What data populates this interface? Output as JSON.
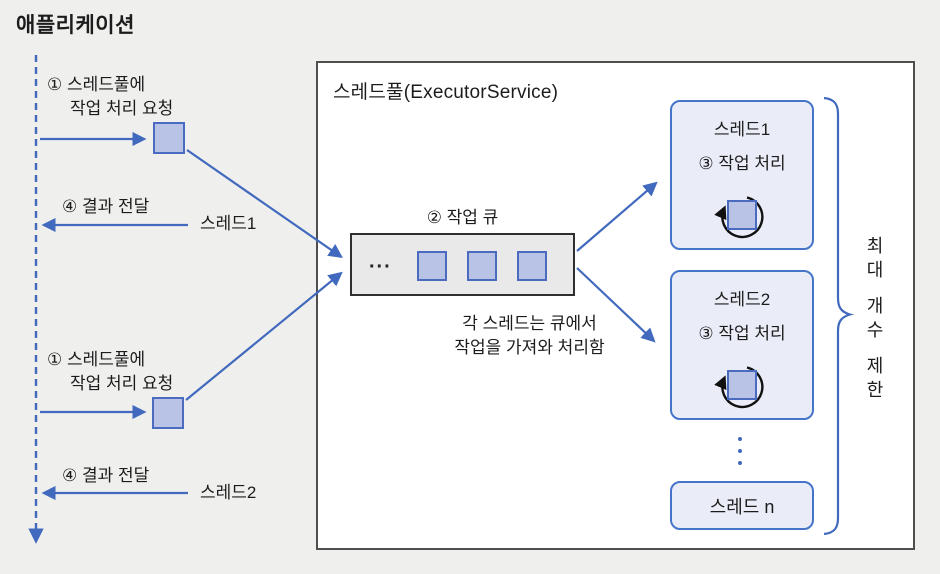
{
  "app_title": "애플리케이션",
  "left_flow": {
    "request1": {
      "line1": "① 스레드풀에",
      "line2": "작업 처리 요청"
    },
    "result1": {
      "label": "④ 결과 전달",
      "thread": "스레드1"
    },
    "request2": {
      "line1": "① 스레드풀에",
      "line2": "작업 처리 요청"
    },
    "result2": {
      "label": "④ 결과 전달",
      "thread": "스레드2"
    }
  },
  "pool": {
    "title": "스레드풀(ExecutorService)",
    "queue": {
      "label": "② 작업 큐",
      "ellipsis": "..."
    },
    "caption_line1": "각 스레드는 큐에서",
    "caption_line2": "작업을 가져와 처리함",
    "threads": [
      {
        "name": "스레드1",
        "step": "③ 작업 처리"
      },
      {
        "name": "스레드2",
        "step": "③ 작업 처리"
      }
    ],
    "thread_n": "스레드 n",
    "limit_words": [
      "최대",
      "개수",
      "제한"
    ]
  },
  "colors": {
    "background": "#efefee",
    "accent_blue": "#4169bd",
    "square_fill": "#b8c3e6",
    "square_border": "#4a6bbf",
    "thread_box_fill": "#eaedf8",
    "thread_box_border": "#4574c9",
    "queue_fill": "#e9e9e9",
    "pool_border": "#4f4f4f",
    "loop_arrow": "#111111"
  }
}
